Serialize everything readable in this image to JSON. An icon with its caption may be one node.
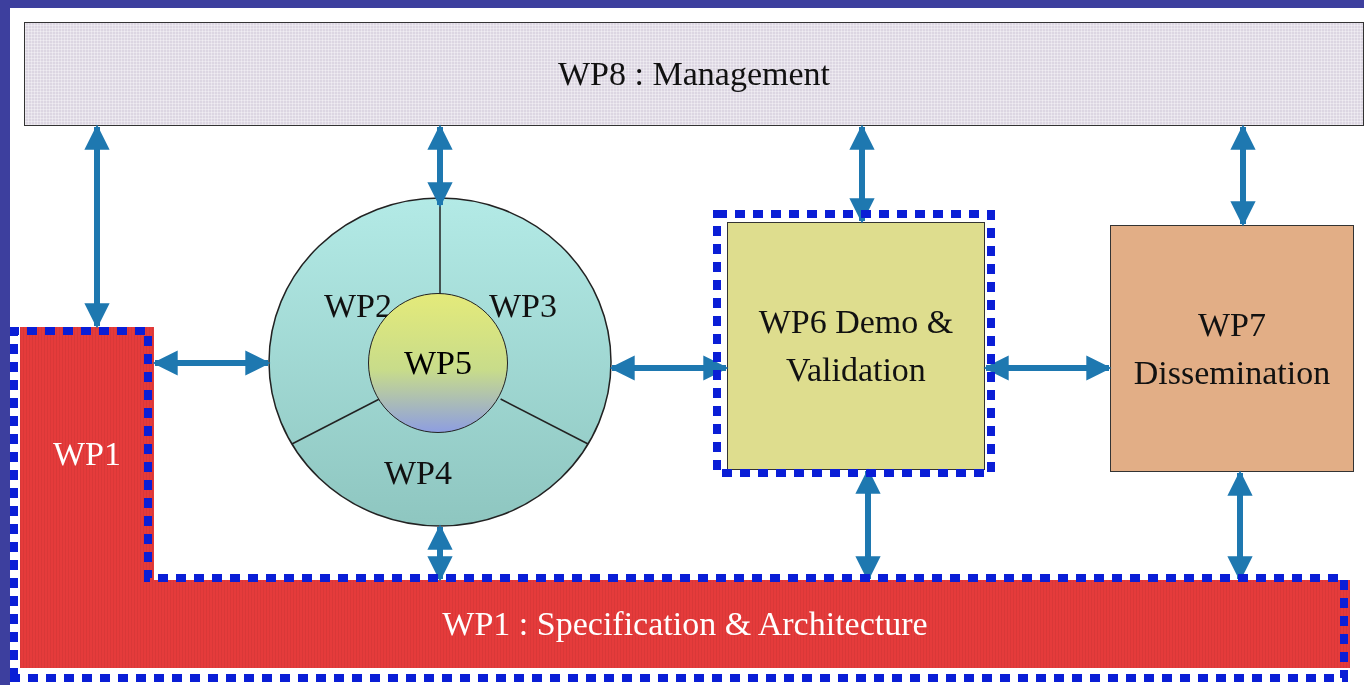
{
  "diagram": {
    "nodes": [
      {
        "text": [
          "WP8 : Management"
        ]
      },
      {
        "text": [
          "WP1"
        ]
      },
      {
        "text": [
          "WP2",
          "WP3",
          "WP4"
        ]
      },
      {
        "text": [
          "WP5"
        ],
        "in": 2
      },
      {
        "text": [
          "WP6 Demo & Validation"
        ]
      },
      {
        "text": [
          "WP7 Dissemination"
        ]
      },
      {
        "text": [
          "WP1 : Specification & Architecture"
        ]
      }
    ],
    "edges": [
      {
        "from": 0,
        "to": 1,
        "arrow": "both"
      },
      {
        "from": 0,
        "to": 2,
        "arrow": "both"
      },
      {
        "from": 0,
        "to": 4,
        "arrow": "both"
      },
      {
        "from": 0,
        "to": 5,
        "arrow": "both"
      },
      {
        "from": 1,
        "to": 2,
        "arrow": "both"
      },
      {
        "from": 2,
        "to": 4,
        "arrow": "both"
      },
      {
        "from": 4,
        "to": 5,
        "arrow": "both"
      },
      {
        "from": 2,
        "to": 6,
        "arrow": "both"
      },
      {
        "from": 4,
        "to": 6,
        "arrow": "both"
      },
      {
        "from": 5,
        "to": 6,
        "arrow": "both"
      }
    ]
  }
}
